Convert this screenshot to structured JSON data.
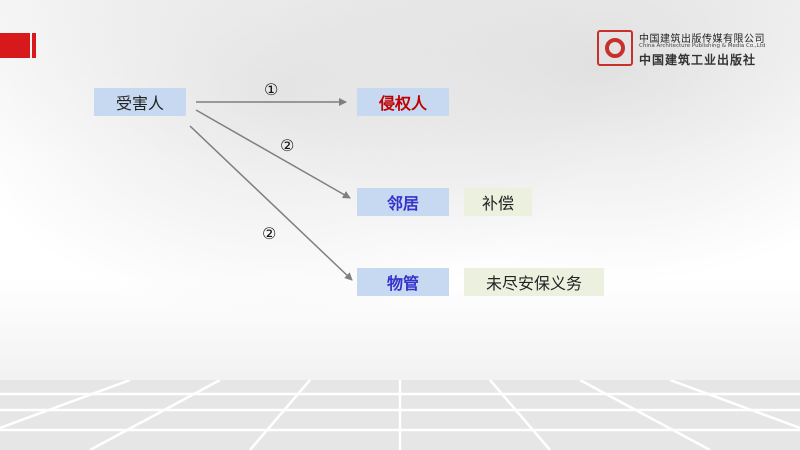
{
  "header": {
    "publisher_cn": "中国建筑出版传媒有限公司",
    "publisher_en": "China Architecture Publishing & Media Co.,Ltd",
    "publisher_press": "中国建筑工业出版社"
  },
  "diagram": {
    "victim": "受害人",
    "infringer": "侵权人",
    "neighbor": "邻居",
    "property_mgmt": "物管",
    "compensation": "补偿",
    "security_duty": "未尽安保义务",
    "arrow_label_1": "①",
    "arrow_label_2a": "②",
    "arrow_label_2b": "②"
  }
}
